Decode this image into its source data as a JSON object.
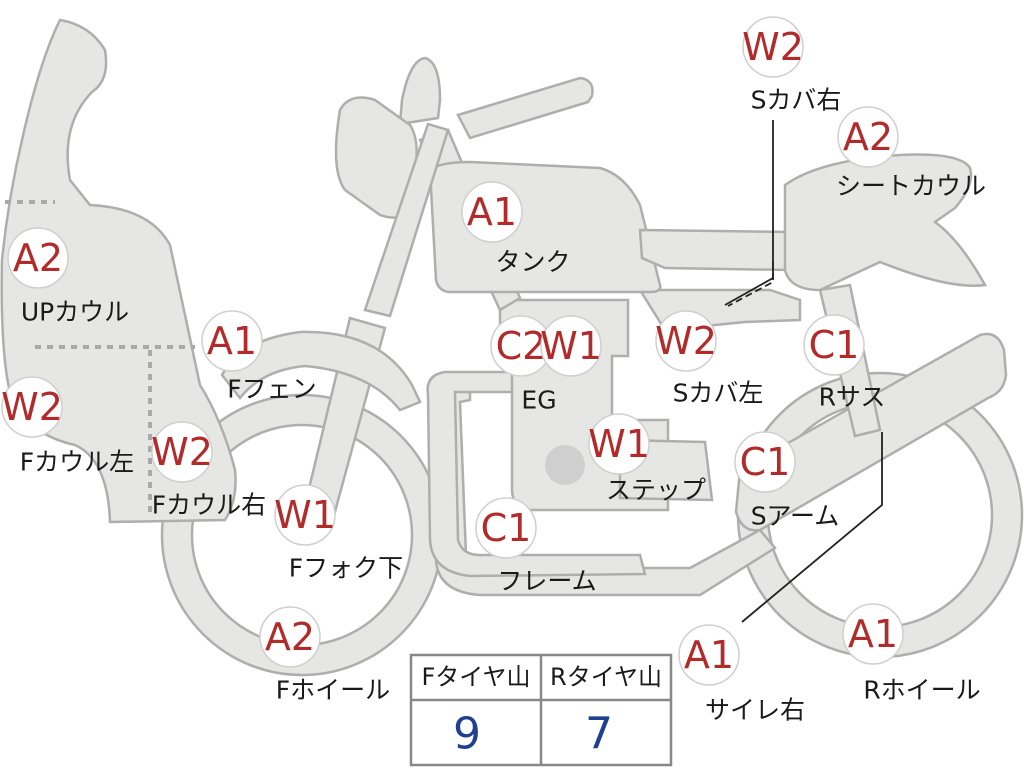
{
  "parts": [
    {
      "id": "s-cover-right",
      "grade": "W2",
      "label": "Sカバ右"
    },
    {
      "id": "seat-cowl",
      "grade": "A2",
      "label": "シートカウル"
    },
    {
      "id": "tank",
      "grade": "A1",
      "label": "タンク"
    },
    {
      "id": "up-cowl",
      "grade": "A2",
      "label": "UPカウル"
    },
    {
      "id": "f-fender",
      "grade": "A1",
      "label": "Fフェン"
    },
    {
      "id": "engine",
      "grade": "C2",
      "grade2": "W1",
      "label": "EG"
    },
    {
      "id": "s-cover-left",
      "grade": "W2",
      "label": "Sカバ左"
    },
    {
      "id": "r-sus",
      "grade": "C1",
      "label": "Rサス"
    },
    {
      "id": "f-cowl-left",
      "grade": "W2",
      "label": "Fカウル左"
    },
    {
      "id": "f-cowl-right",
      "grade": "W2",
      "label": "Fカウル右"
    },
    {
      "id": "step",
      "grade": "W1",
      "label": "ステップ"
    },
    {
      "id": "s-arm",
      "grade": "C1",
      "label": "Sアーム"
    },
    {
      "id": "f-fork-lower",
      "grade": "W1",
      "label": "Fフォク下"
    },
    {
      "id": "frame",
      "grade": "C1",
      "label": "フレーム"
    },
    {
      "id": "f-wheel",
      "grade": "A2",
      "label": "Fホイール"
    },
    {
      "id": "silencer-right",
      "grade": "A1",
      "label": "サイレ右"
    },
    {
      "id": "r-wheel",
      "grade": "A1",
      "label": "Rホイール"
    }
  ],
  "tire_table": {
    "headers": [
      "Fタイヤ山",
      "Rタイヤ山"
    ],
    "values": [
      "9",
      "7"
    ]
  },
  "colors": {
    "grade": "#b22b2b",
    "tire_value": "#1f3f8f",
    "part_fill": "#e6e6e4"
  }
}
